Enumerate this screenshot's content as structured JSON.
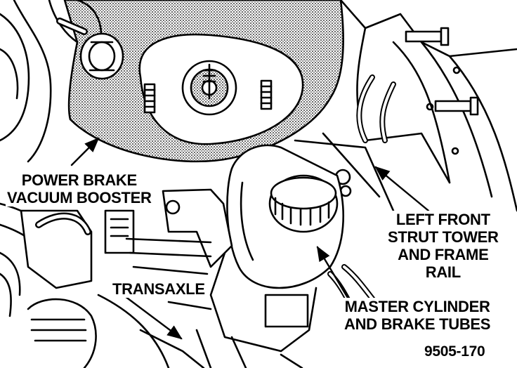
{
  "labels": {
    "power_brake_booster": [
      "POWER BRAKE",
      "VACUUM BOOSTER"
    ],
    "left_front_strut": [
      "LEFT FRONT",
      "STRUT TOWER",
      "AND FRAME",
      "RAIL"
    ],
    "transaxle": "TRANSAXLE",
    "master_cylinder": [
      "MASTER CYLINDER",
      "AND BRAKE TUBES"
    ],
    "figure_number": "9505-170"
  },
  "colors": {
    "ink": "#000000",
    "paper": "#ffffff"
  }
}
